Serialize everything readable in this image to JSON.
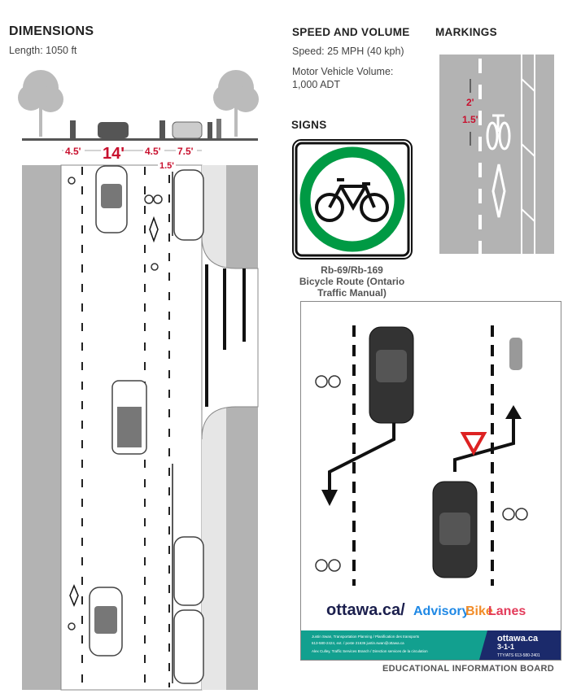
{
  "dimensions": {
    "title": "DIMENSIONS",
    "length": "Length: 1050 ft",
    "widths": [
      "4.5'",
      "14'",
      "4.5'",
      "7.5'"
    ],
    "buffer": "1.5'"
  },
  "speed": {
    "title": "SPEED AND VOLUME",
    "speed": "Speed: 25 MPH (40 kph)",
    "volume_label": "Motor Vehicle Volume:",
    "volume": "1,000 ADT"
  },
  "markings": {
    "title": "MARKINGS",
    "gap": "2'",
    "offset": "1.5'"
  },
  "signs": {
    "title": "SIGNS",
    "caption_line1": "Rb-69/Rb-169",
    "caption_line2": "Bicycle Route (Ontario",
    "caption_line3": "Traffic Manual)"
  },
  "board": {
    "url_main": "ottawa.ca/",
    "url_a": "Advisory",
    "url_b": "Bike",
    "url_c": "Lanes",
    "contact1": "Justin Swan, Transportation Planning / Planification des transports",
    "contact1_phone": "613-580-2424, ext. / poste 21636   justin.swan@ottawa.ca",
    "contact2": "Alex Culley, Traffic Services Branch / Direction services de la circulation",
    "brand": "ottawa.ca",
    "brand_311": "3-1-1",
    "tty": "TTY/ATS 613-580-2401",
    "caption": "EDUCATIONAL INFORMATION BOARD"
  },
  "colors": {
    "accent_red": "#c8102e",
    "sign_green": "#009a44",
    "teal": "#12a08f",
    "navy": "#1b2a6b"
  }
}
